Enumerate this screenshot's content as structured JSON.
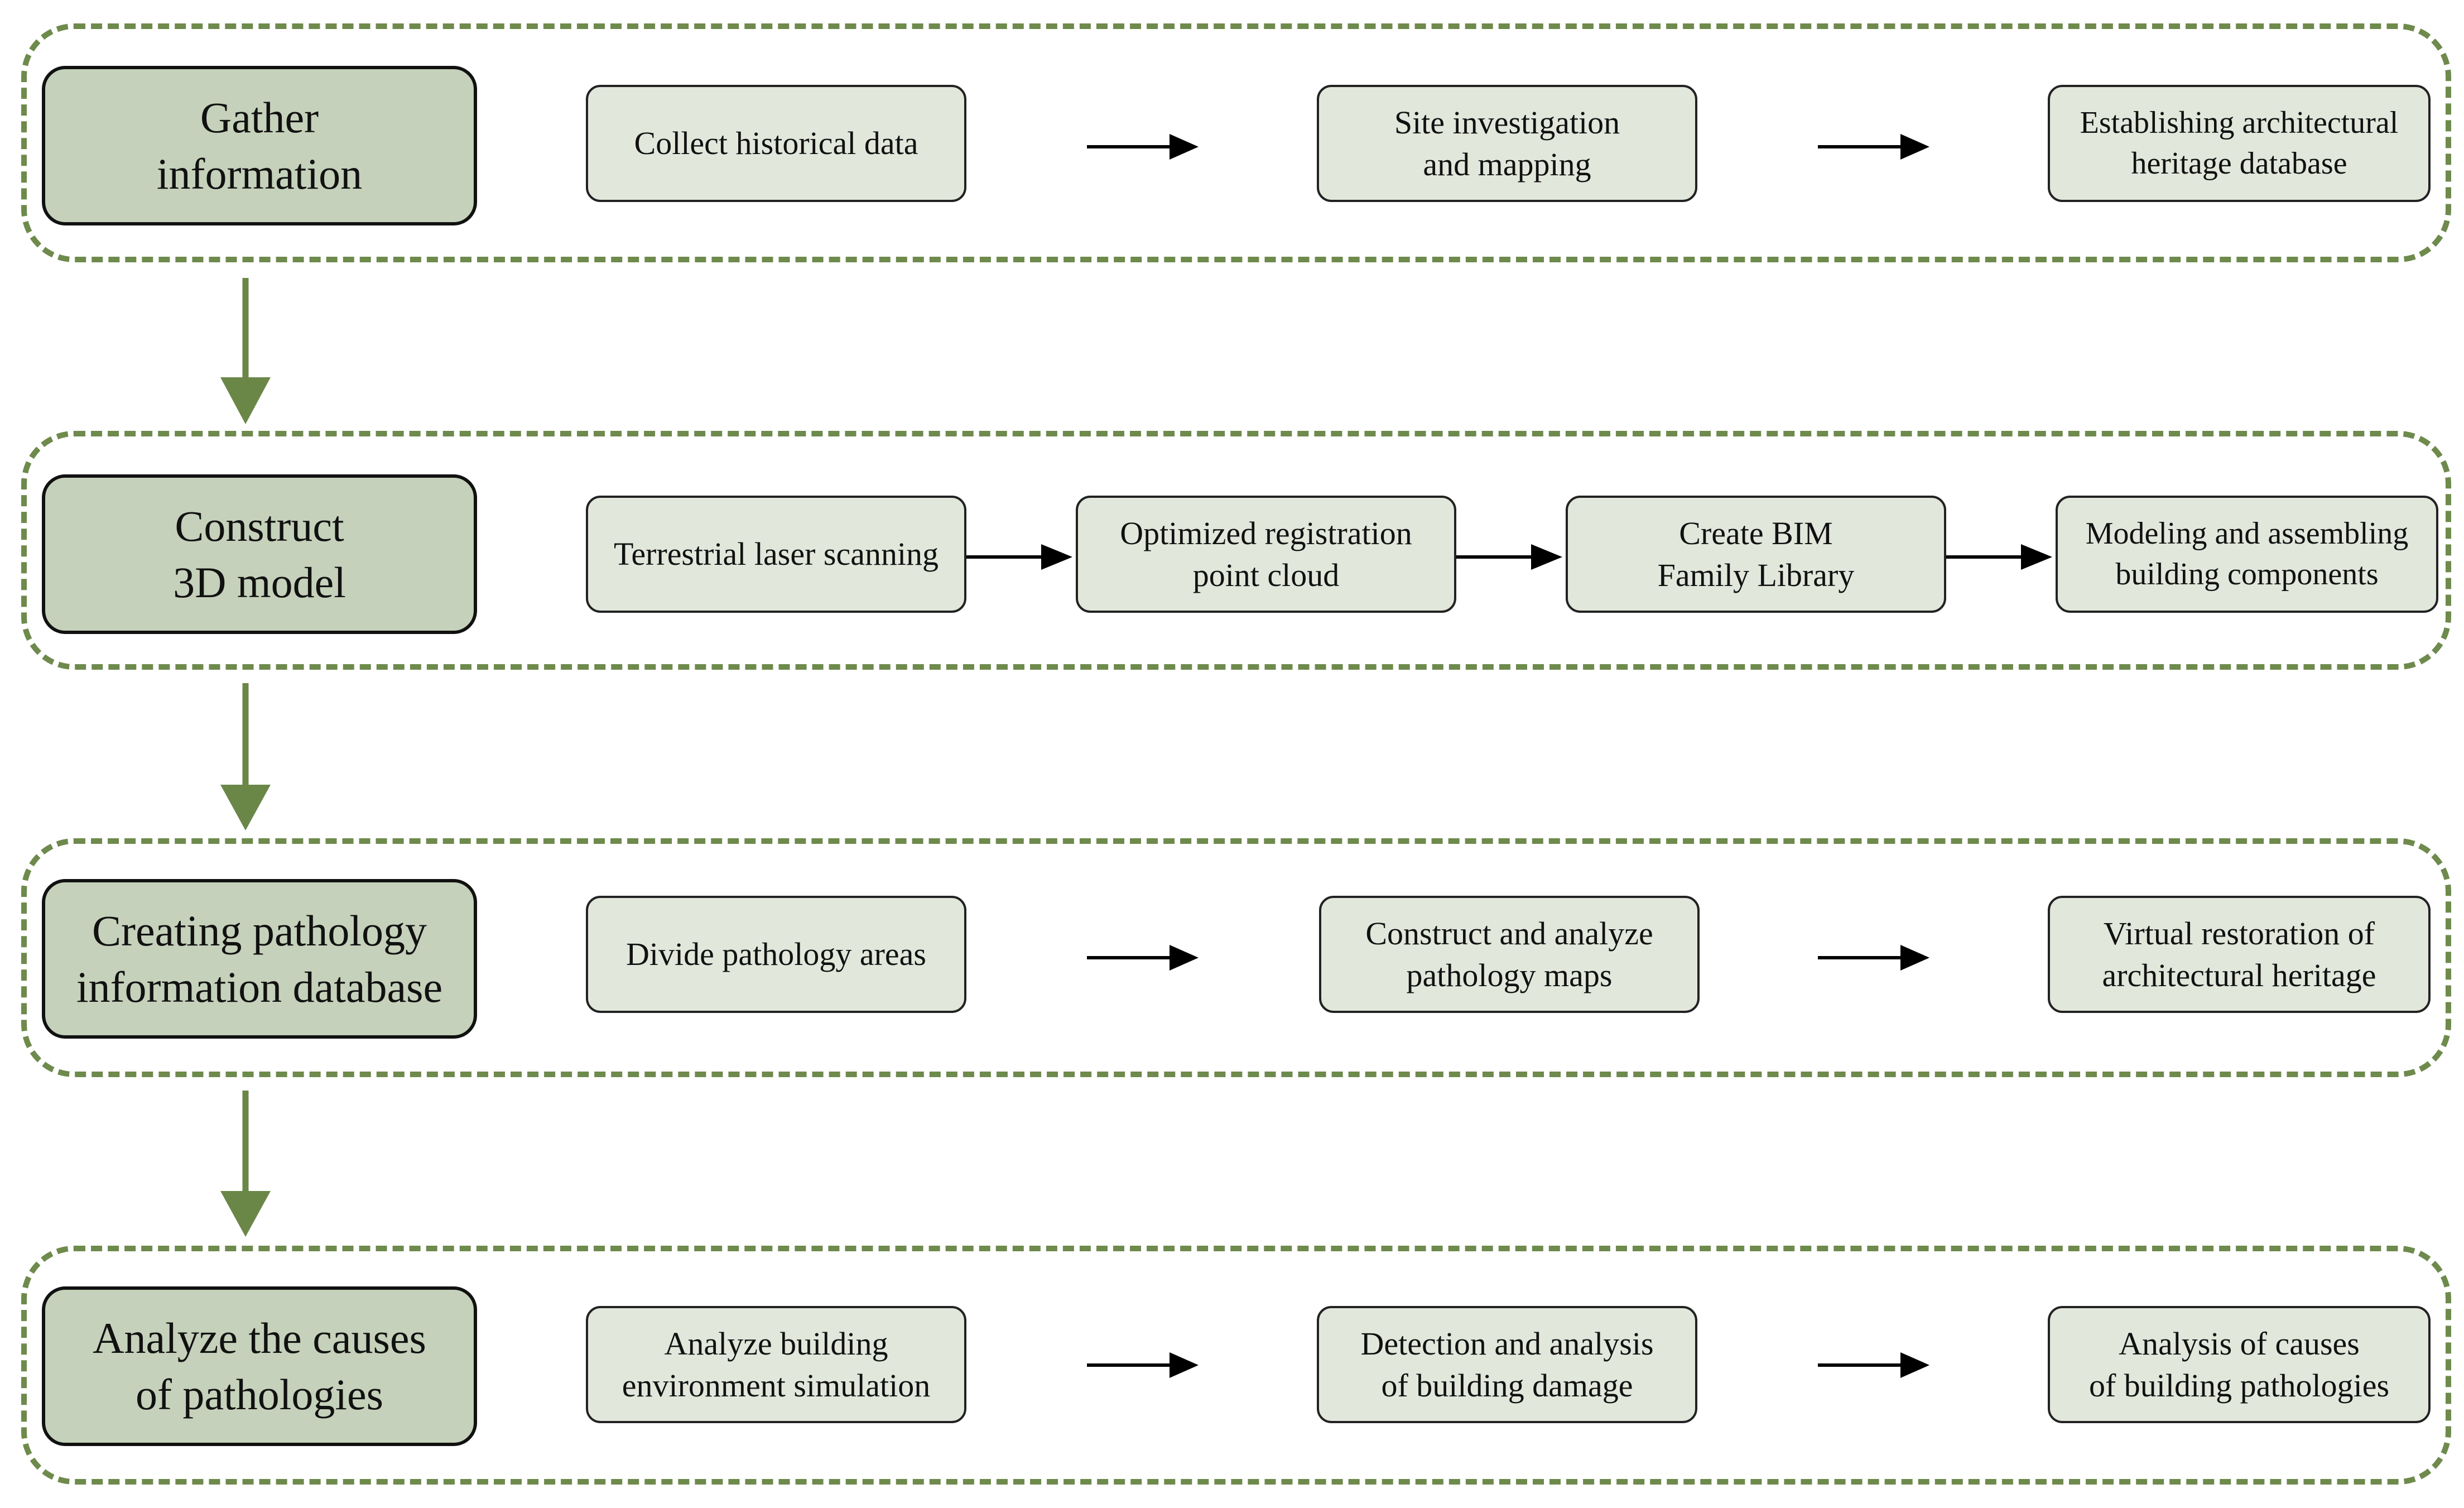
{
  "colors": {
    "dashed_border": "#6e8a4c",
    "main_fill": "#c5d1ba",
    "step_fill": "#e2e7dc",
    "down_arrow": "#6a8748",
    "flow_arrow": "#000000"
  },
  "stages": [
    {
      "title": "Gather\ninformation",
      "steps": [
        "Collect historical data",
        "Site investigation\nand mapping",
        "Establishing architectural\nheritage database"
      ]
    },
    {
      "title": "Construct\n3D model",
      "steps": [
        "Terrestrial laser scanning",
        "Optimized registration\npoint cloud",
        "Create BIM\nFamily Library",
        "Modeling and assembling\nbuilding components"
      ]
    },
    {
      "title": "Creating pathology\ninformation database",
      "steps": [
        "Divide pathology areas",
        "Construct and analyze\npathology maps",
        "Virtual restoration of\narchitectural heritage"
      ]
    },
    {
      "title": "Analyze the causes\nof pathologies",
      "steps": [
        "Analyze building\nenvironment simulation",
        "Detection and analysis\nof building damage",
        "Analysis of causes\nof building pathologies"
      ]
    }
  ]
}
